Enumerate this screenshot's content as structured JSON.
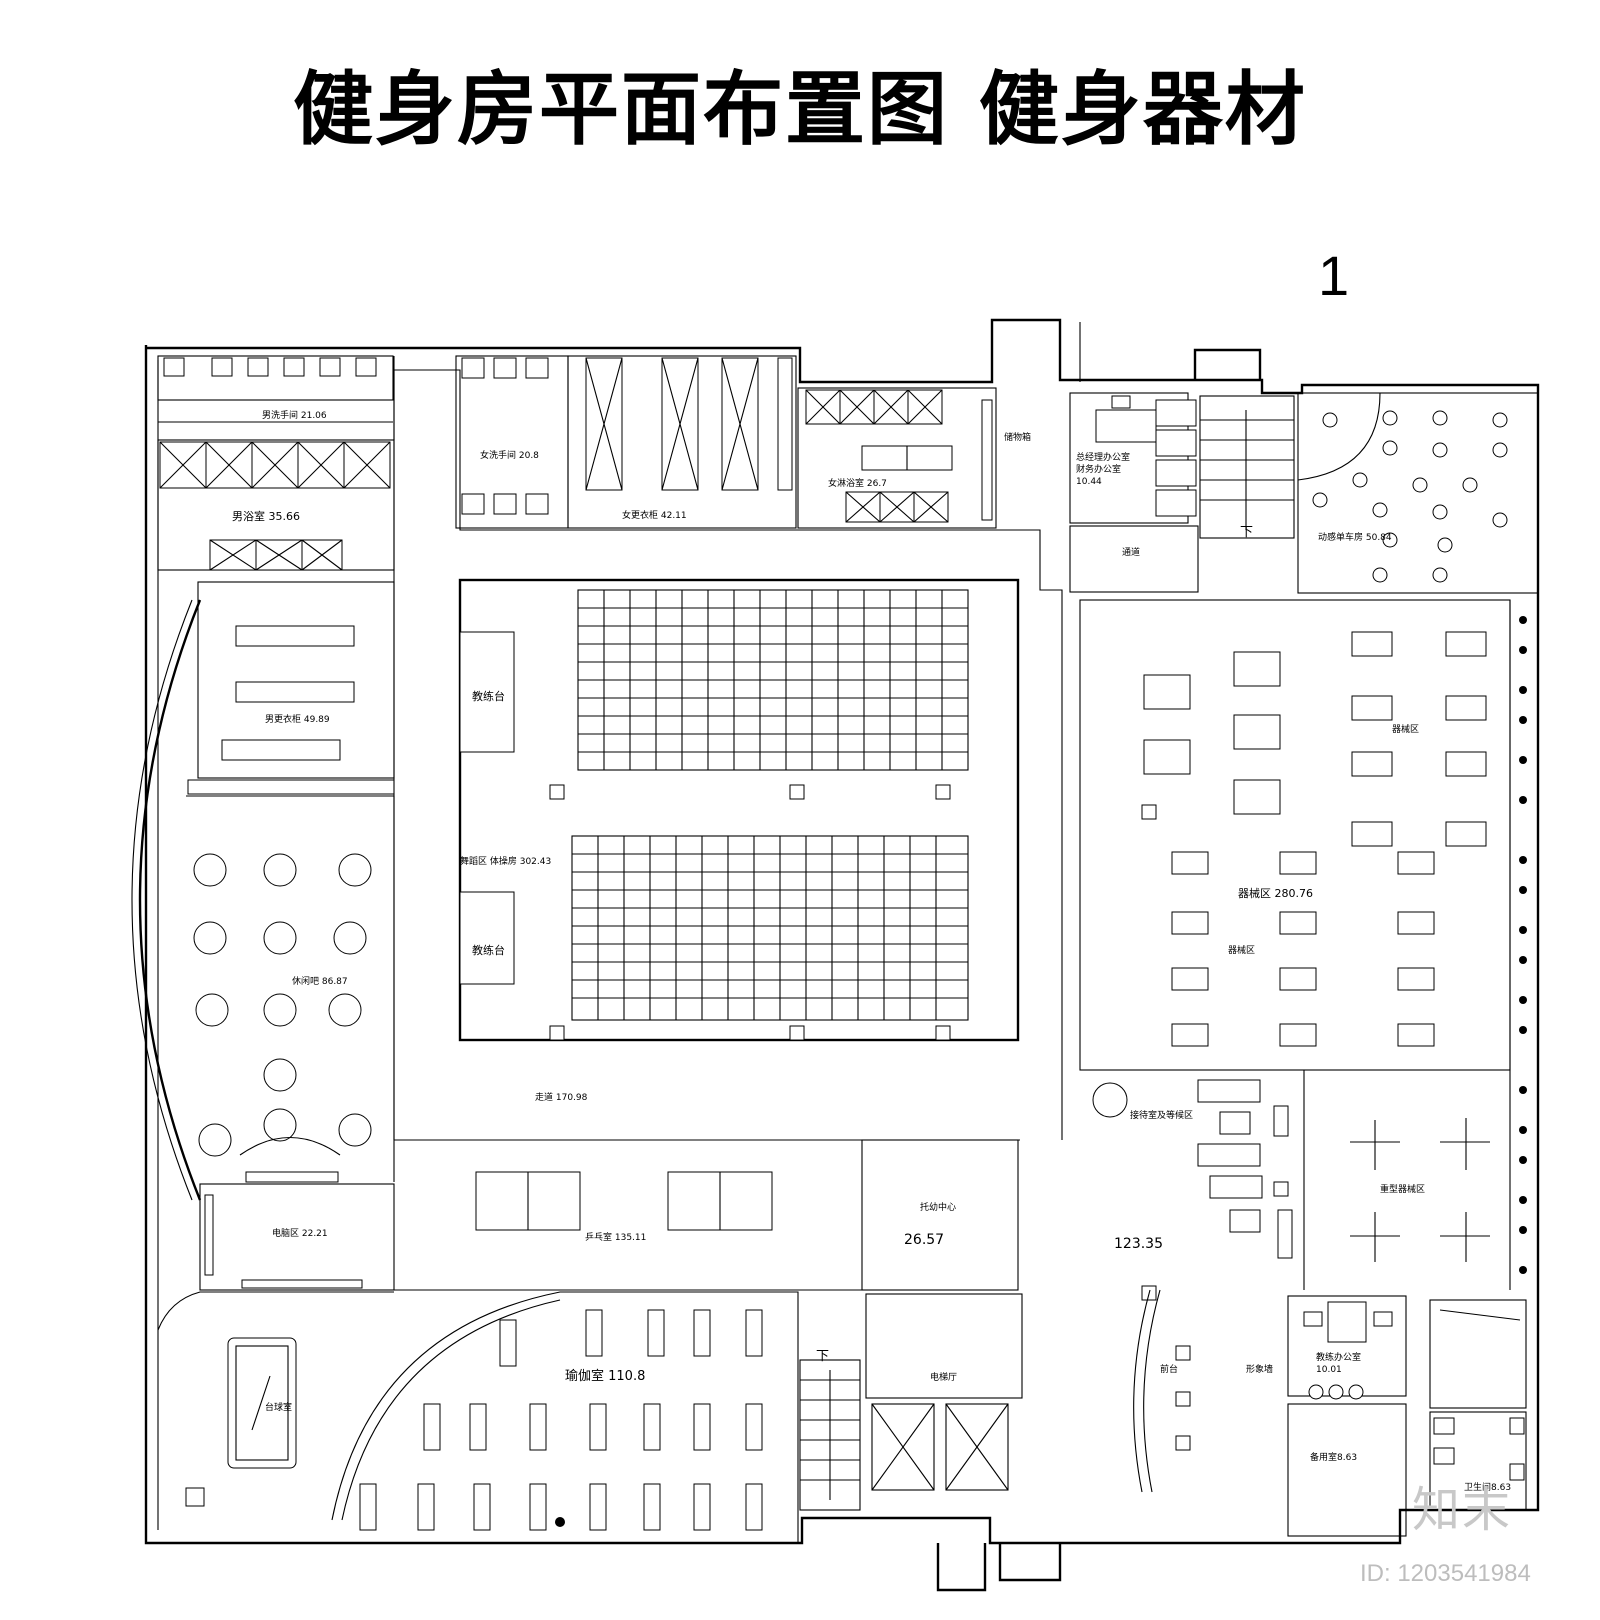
{
  "title": "健身房平面布置图  健身器材",
  "sheet_number": "1",
  "rooms": {
    "mens_toilet": "男洗手间  21.06",
    "mens_shower": "男浴室    35.66",
    "mens_locker": "男更衣柜    49.89",
    "lounge_bar": "休闲吧    86.87",
    "computer_area": "电脑区    22.21",
    "billiards": "台球室",
    "womens_toilet": "女洗手间    20.8",
    "womens_locker": "女更衣柜    42.11",
    "womens_shower": "女淋浴室    26.7",
    "storage": "储物箱",
    "gm_office": "总经理办公室",
    "finance_office": "财务办公室",
    "office_area": "10.44",
    "passage_small": "通道",
    "spin_room": "动感单车房  50.84",
    "coach_stage_1": "教练台",
    "coach_stage_2": "教练台",
    "dance_room": "舞蹈区 体操房    302.43",
    "corridor": "走道    170.98",
    "table_tennis": "乒乓室    135.11",
    "kids_center": "托幼中心",
    "kids_area": "26.57",
    "equipment_label_1": "器械区",
    "equipment_label_2": "器械区    280.76",
    "equipment_label_3": "器械区",
    "reception_lounge": "接待室及等候区",
    "lobby_area": "123.35",
    "heavy_equipment": "重型器械区",
    "front_desk": "前台",
    "image_wall": "形象墙",
    "elevator_hall": "电梯厅",
    "yoga_room": "瑜伽室    110.8",
    "coach_office": "教练办公室",
    "coach_office_area": "10.01",
    "spare_room": "备用室8.63",
    "service_room": "卫生间8.63",
    "stair_down_1": "下",
    "stair_down_2": "下"
  },
  "watermark": {
    "brand": "知末",
    "id": "ID: 1203541984"
  }
}
